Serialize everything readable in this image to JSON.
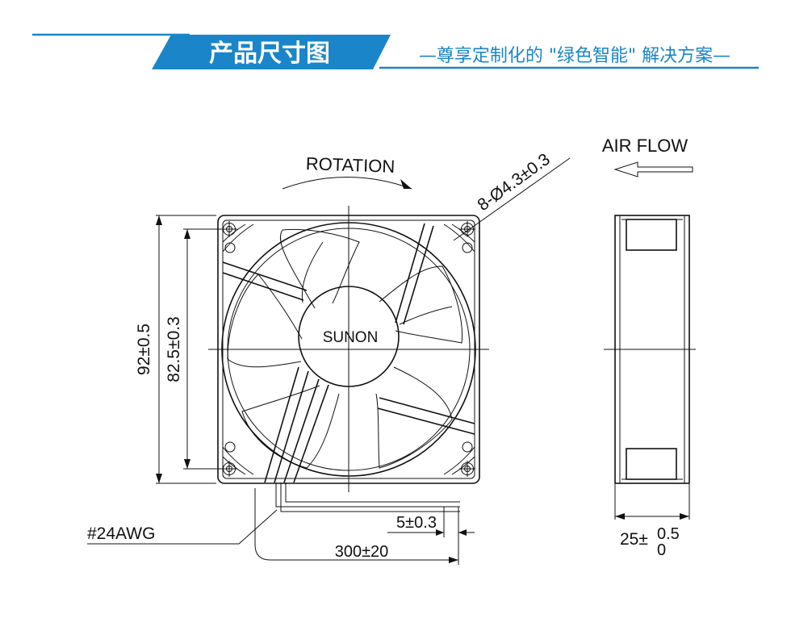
{
  "header": {
    "title": "产品尺寸图",
    "subtitle": "—尊享定制化的 \"绿色智能\" 解决方案—",
    "accent_color": "#1a86c9"
  },
  "labels": {
    "rotation": "ROTATION",
    "air_flow": "AIR FLOW",
    "hole_spec": "8-Ø4.3±0.3",
    "brand": "SUNON",
    "outer_size": "92±0.5",
    "hole_spacing": "82.5±0.3",
    "wire_gauge": "#24AWG",
    "strip_length": "5±0.3",
    "lead_length": "300±20",
    "depth_base": "25±",
    "depth_upper": "0.5",
    "depth_lower": "0"
  }
}
